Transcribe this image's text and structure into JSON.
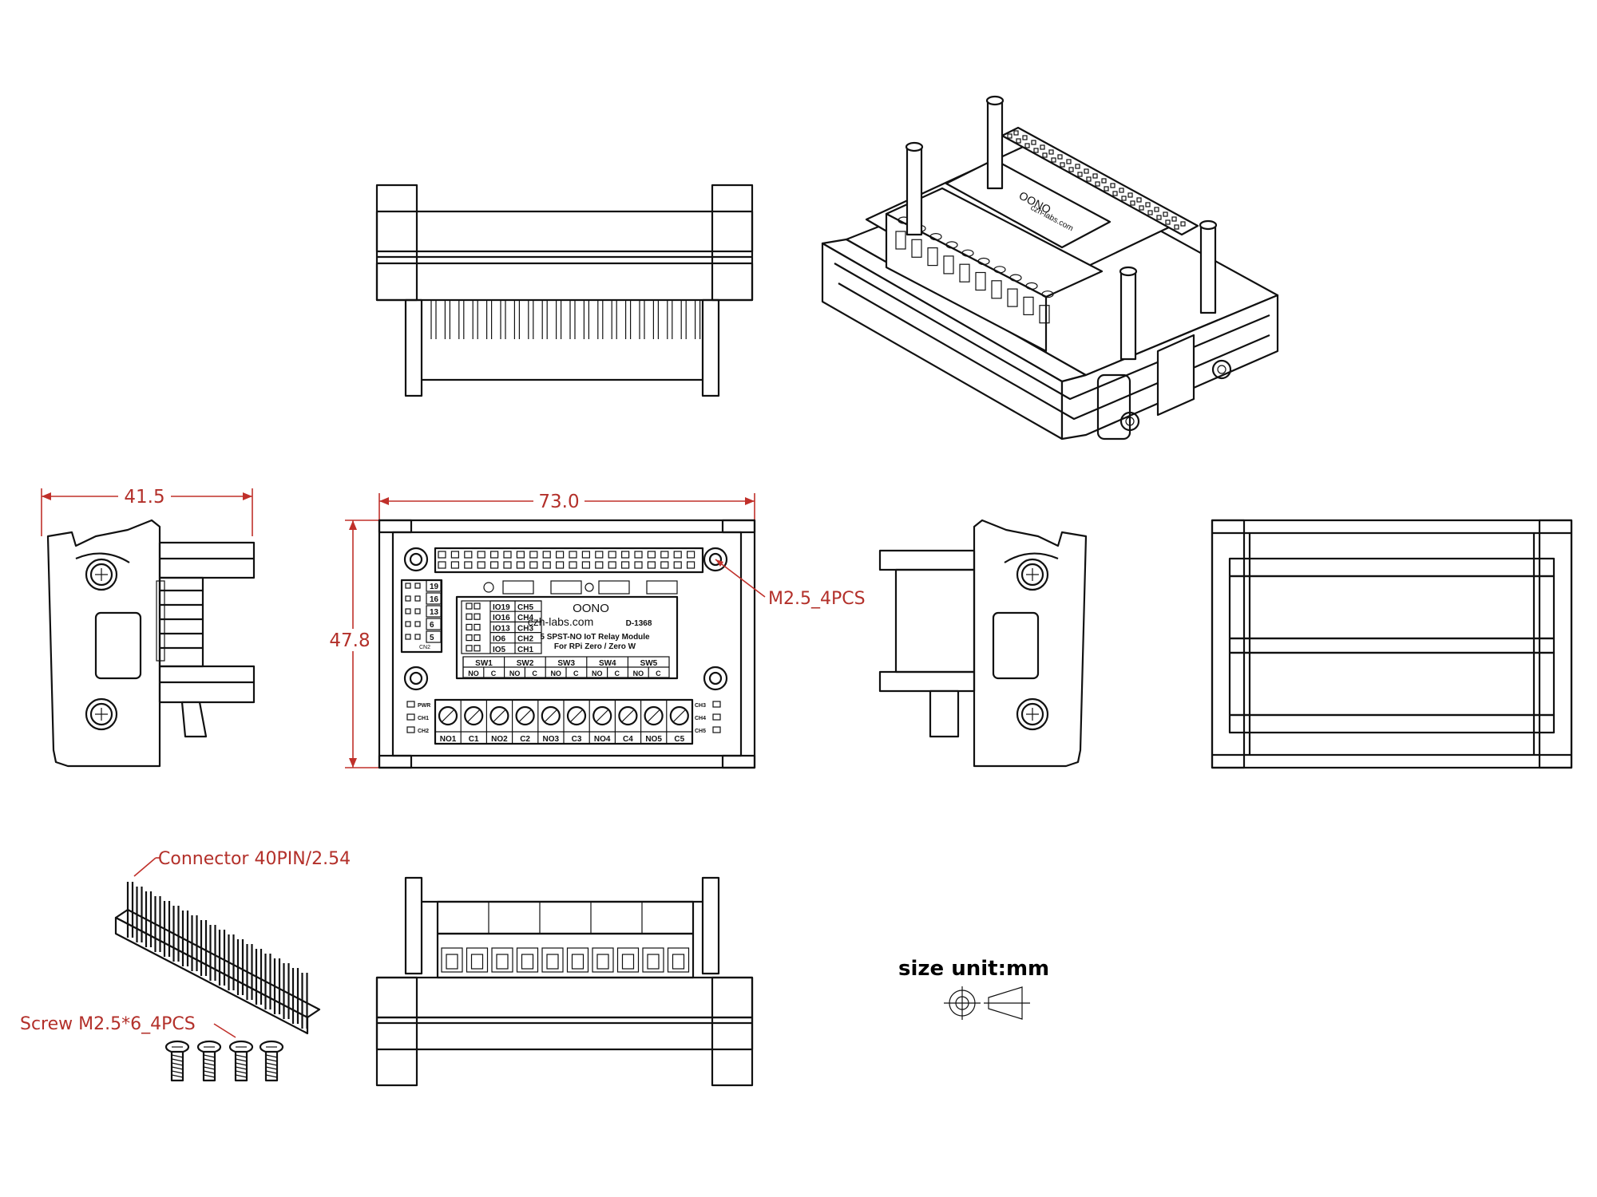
{
  "dimensions": {
    "side_width": "41.5",
    "top_width": "73.0",
    "top_height": "47.8"
  },
  "callouts": {
    "screws_holes": "M2.5_4PCS",
    "connector": "Connector 40PIN/2.54",
    "screw_kit": "Screw M2.5*6_4PCS"
  },
  "unit_label": "size unit:mm",
  "board": {
    "brand": "OONO",
    "website": "czh-labs.com",
    "model": "D-1368",
    "desc_line1": "5 SPST-NO IoT Relay Module",
    "desc_line2": "For RPi Zero / Zero W",
    "io_labels": [
      "IO19",
      "IO16",
      "IO13",
      "IO6",
      "IO5"
    ],
    "ch_labels": [
      "CH5",
      "CH4",
      "CH3",
      "CH2",
      "CH1"
    ],
    "sw_labels": [
      "SW1",
      "SW2",
      "SW3",
      "SW4",
      "SW5"
    ],
    "sw_terms": [
      "NO",
      "C"
    ],
    "terminal_labels": [
      "NO1",
      "C1",
      "NO2",
      "C2",
      "NO3",
      "C3",
      "NO4",
      "C4",
      "NO5",
      "C5"
    ],
    "jumper_pins": [
      "19",
      "16",
      "13",
      "6",
      "5"
    ],
    "jumper_label": "CN2",
    "led_left": [
      "PWR",
      "CH1",
      "CH2"
    ],
    "led_right": [
      "CH3",
      "CH4",
      "CH5"
    ]
  }
}
